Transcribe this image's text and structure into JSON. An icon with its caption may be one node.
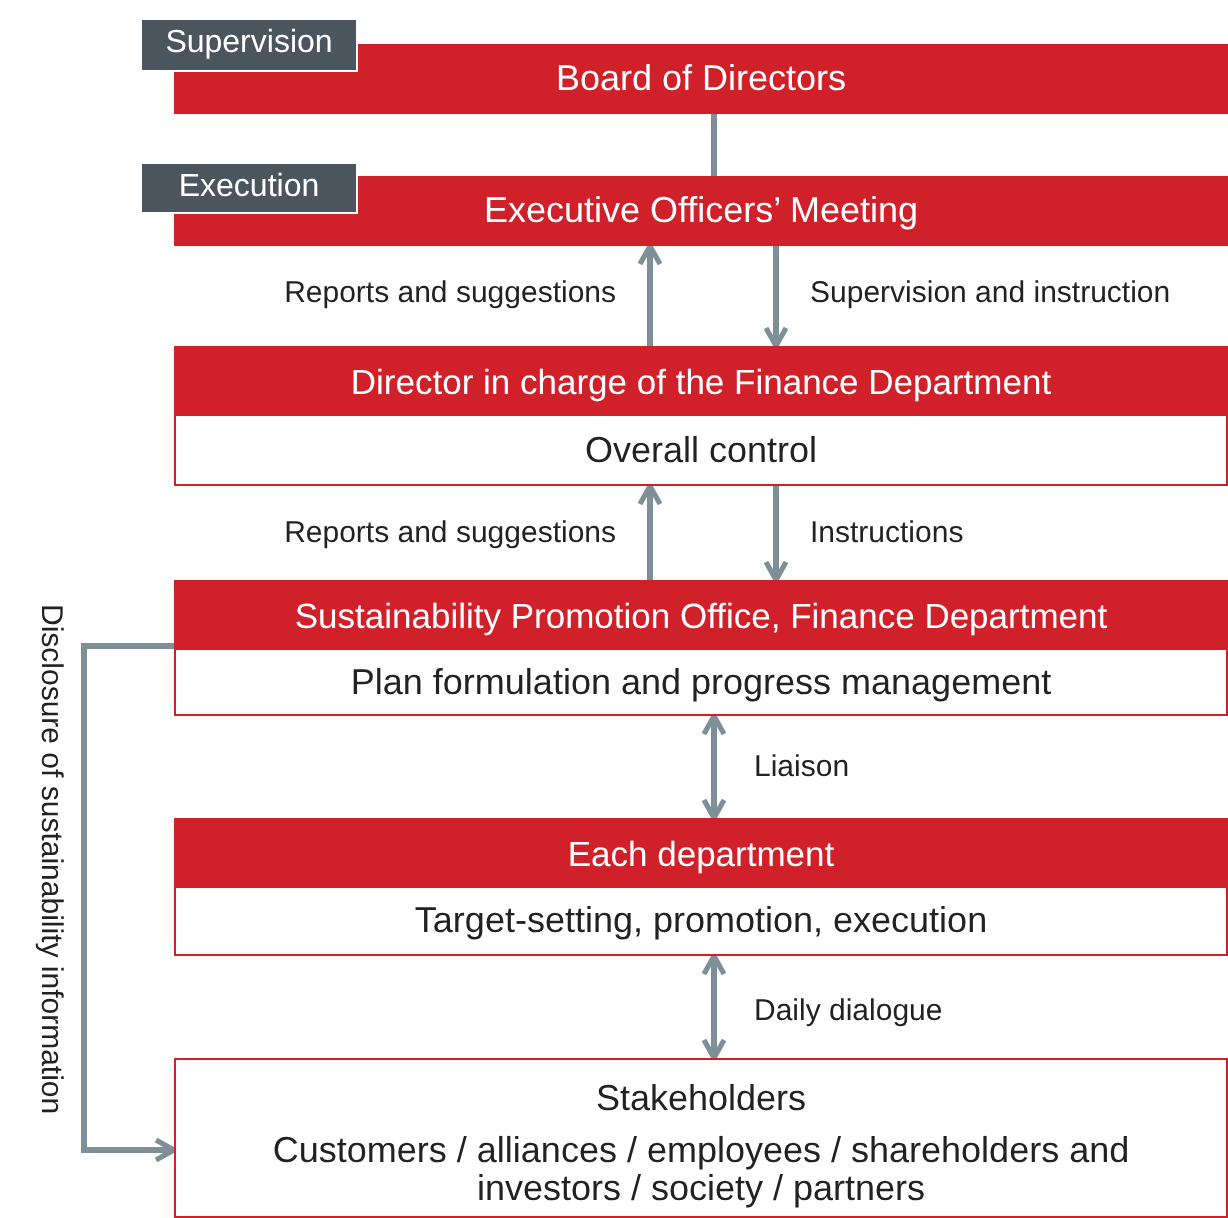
{
  "diagram": {
    "nodes": [
      {
        "text": [
          "Supervision"
        ]
      },
      {
        "text": [
          "Board of Directors"
        ]
      },
      {
        "text": [
          "Execution"
        ]
      },
      {
        "text": [
          "Executive Officers’ Meeting"
        ]
      },
      {
        "text": [
          "Director in charge of the Finance Department",
          "Overall control"
        ]
      },
      {
        "text": [
          "Sustainability Promotion Office, Finance Department",
          "Plan formulation and progress management"
        ]
      },
      {
        "text": [
          "Each department",
          "Target-setting, promotion, execution"
        ]
      },
      {
        "text": [
          "Stakeholders",
          "Customers / alliances / employees / shareholders and investors / society / partners"
        ]
      }
    ],
    "edges": [
      {
        "from": 1,
        "to": 3,
        "arrow": "none"
      },
      {
        "from": 4,
        "to": 3,
        "arrow": "to",
        "label": "Reports and suggestions"
      },
      {
        "from": 3,
        "to": 4,
        "arrow": "to",
        "label": "Supervision and instruction"
      },
      {
        "from": 5,
        "to": 4,
        "arrow": "to",
        "label": "Reports and suggestions"
      },
      {
        "from": 4,
        "to": 5,
        "arrow": "to",
        "label": "Instructions"
      },
      {
        "from": 5,
        "to": 6,
        "arrow": "both",
        "label": "Liaison"
      },
      {
        "from": 6,
        "to": 7,
        "arrow": "both",
        "label": "Daily dialogue"
      },
      {
        "from": 5,
        "to": 7,
        "arrow": "to",
        "label": "Disclosure of sustainability information"
      }
    ]
  }
}
